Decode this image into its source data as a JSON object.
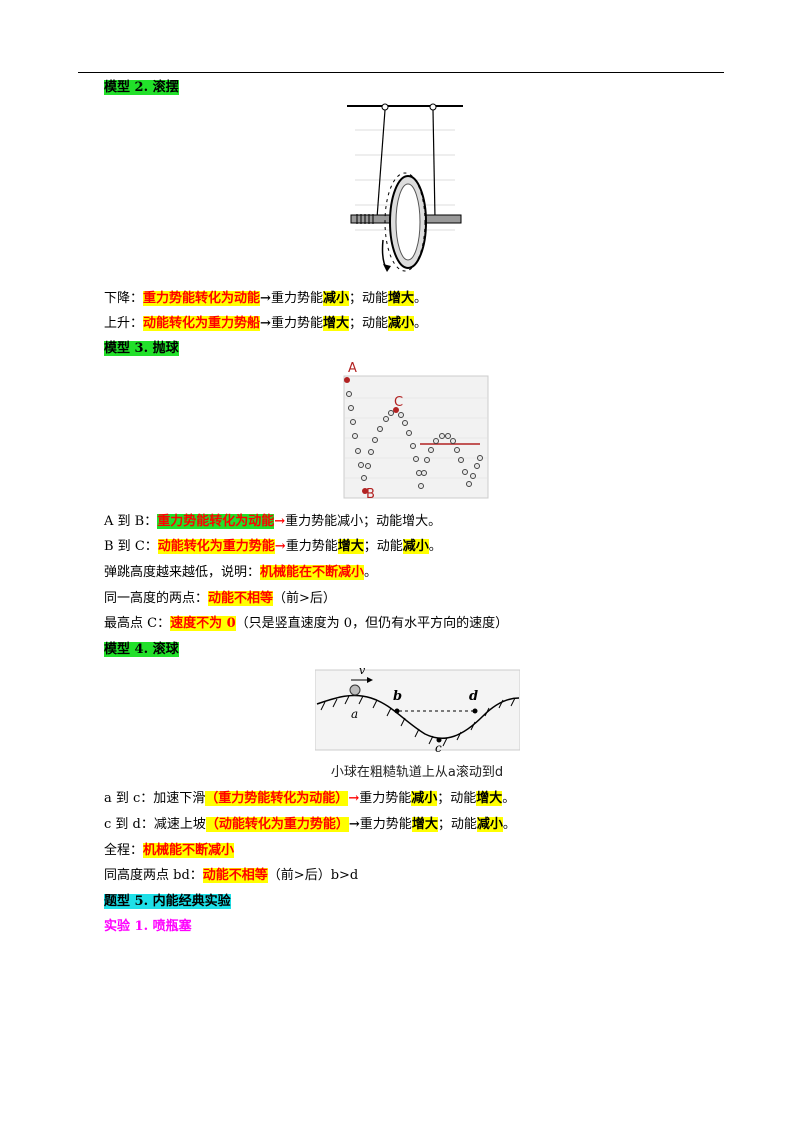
{
  "model2": {
    "heading": "模型 2. 滚摆",
    "down": {
      "prefix": "下降：",
      "key": "重力势能转化为动能",
      "arrow": "→",
      "mid": "重力势能",
      "dec": "减小",
      "sep": "；动能",
      "inc": "增大",
      "end": "。"
    },
    "up": {
      "prefix": "上升：",
      "key": "动能转化为重力势船",
      "arrow": "→",
      "mid": "重力势能",
      "inc": "增大",
      "sep": "；动能",
      "dec": "减小",
      "end": "。"
    }
  },
  "model3": {
    "heading": "模型 3. 抛球",
    "figure_labels": {
      "a": "A",
      "b": "B",
      "c": "C"
    },
    "a_to_b": {
      "prefix": "A 到 B：",
      "key": "重力势能转化为动能",
      "arrow": "→",
      "rest": "重力势能减小；动能增大。"
    },
    "b_to_c": {
      "prefix": "B 到 C：",
      "key": "动能转化为重力势能",
      "arrow": "→",
      "mid": "重力势能",
      "inc": "增大",
      "sep": "；动能",
      "dec": "减小",
      "end": "。"
    },
    "bounce": {
      "prefix": "弹跳高度越来越低，说明：",
      "key": "机械能在不断减小",
      "end": "。"
    },
    "same_height": {
      "prefix": "同一高度的两点：",
      "key": "动能不相等",
      "rest": "（前>后）"
    },
    "highest": {
      "prefix": "最高点 C：",
      "key": "速度不为 0",
      "rest": "（只是竖直速度为 0，但仍有水平方向的速度）"
    }
  },
  "model4": {
    "heading": "模型 4. 滚球",
    "figure_labels": {
      "v": "v",
      "a": "a",
      "b": "b",
      "c": "c",
      "d": "d"
    },
    "caption": "小球在粗糙轨道上从a滚动到d",
    "a_to_c": {
      "prefix": "a 到 c：加速下滑",
      "key": "（重力势能转化为动能）",
      "arrow": "→",
      "mid": "重力势能",
      "dec": "减小",
      "sep": "；动能",
      "inc": "增大",
      "end": "。"
    },
    "c_to_d": {
      "prefix": "c 到 d：减速上坡",
      "key": "（动能转化为重力势能）",
      "arrow": "→",
      "mid": "重力势能",
      "inc": "增大",
      "sep": "；动能",
      "dec": "减小",
      "end": "。"
    },
    "whole": {
      "prefix": "全程：",
      "key": "机械能不断减小"
    },
    "same_bd": {
      "prefix": "同高度两点 bd：",
      "key": "动能不相等",
      "rest": "（前>后）b>d"
    }
  },
  "topic5": {
    "heading": "题型 5. 内能经典实验",
    "exp1": "实验 1. 喷瓶塞"
  }
}
